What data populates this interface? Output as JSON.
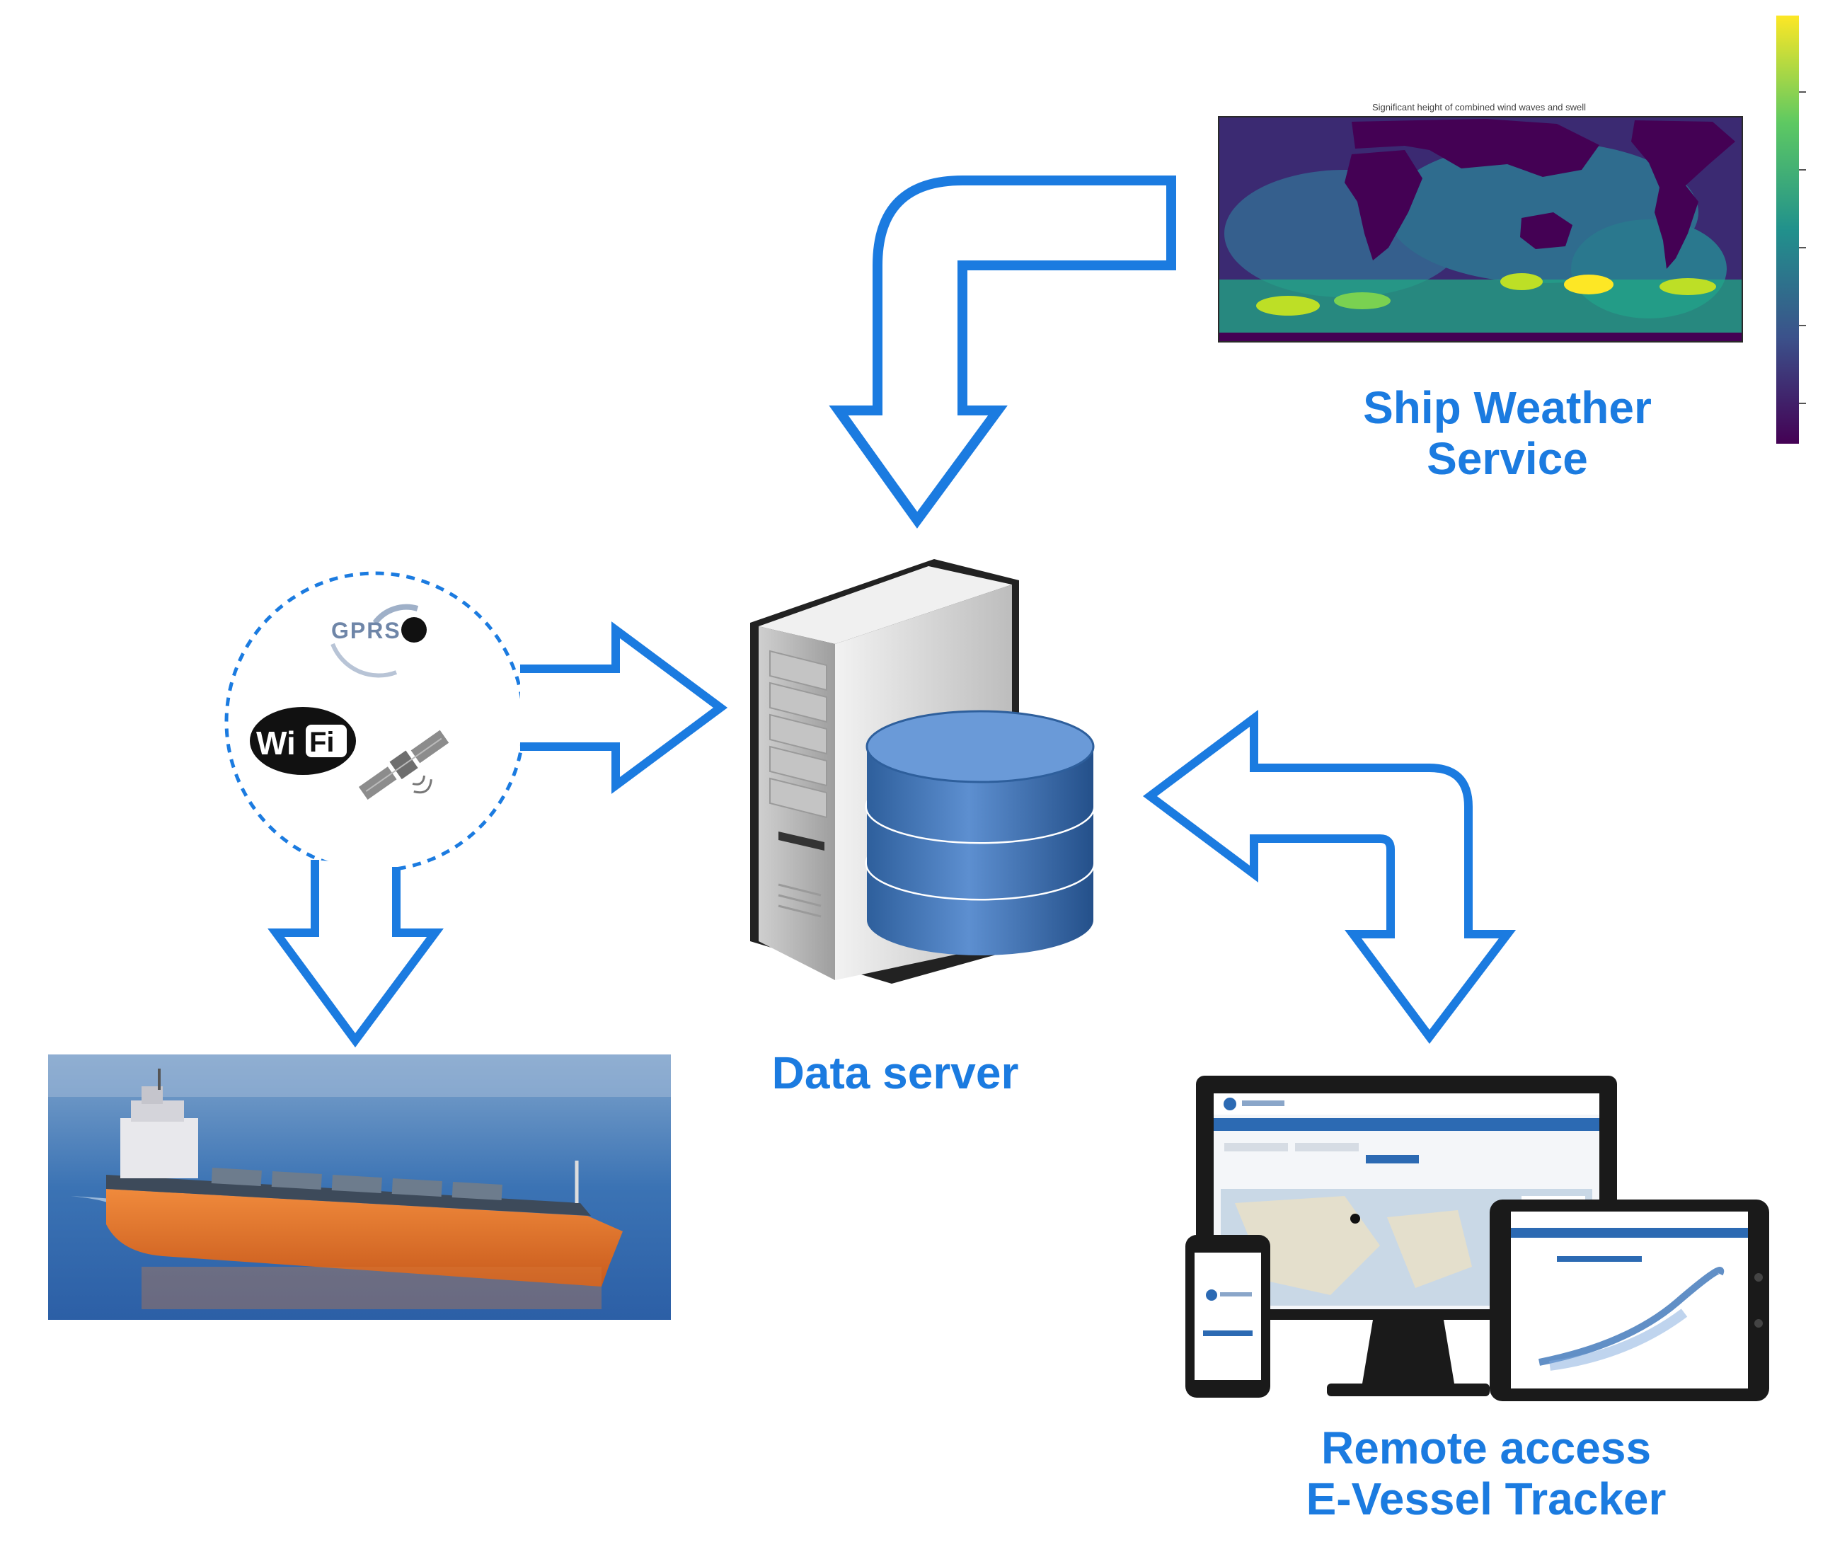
{
  "weather": {
    "label_line1": "Ship Weather",
    "label_line2": "Service",
    "map_title": "Significant height of combined wind waves and swell"
  },
  "server": {
    "label": "Data server"
  },
  "comm": {
    "gprs": "GPRS",
    "wifi_wi": "Wi",
    "wifi_fi": "Fi"
  },
  "remote": {
    "label_line1": "Remote access",
    "label_line2": "E-Vessel Tracker"
  },
  "colors": {
    "arrow": "#1b7be0",
    "label": "#1b7be0"
  }
}
